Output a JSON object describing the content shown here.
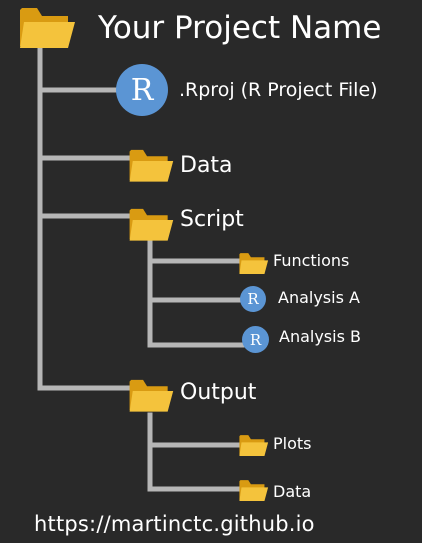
{
  "colors": {
    "background": "#292929",
    "connector": "#b6b6b6",
    "folder_body": "#f4c33c",
    "folder_back": "#d99b12",
    "r_badge": "#5b95d4",
    "text": "#ffffff"
  },
  "root": {
    "label": "Your Project Name",
    "icon": "folder-icon"
  },
  "rproj": {
    "badge": "R",
    "label": ".Rproj (R Project File)",
    "icon": "r-logo-icon"
  },
  "data_folder": {
    "label": "Data",
    "icon": "folder-icon"
  },
  "script_folder": {
    "label": "Script",
    "icon": "folder-icon",
    "children": [
      {
        "label": "Functions",
        "icon": "folder-icon"
      },
      {
        "label": "Analysis A",
        "badge": "R",
        "icon": "r-logo-icon"
      },
      {
        "label": "Analysis B",
        "badge": "R",
        "icon": "r-logo-icon"
      }
    ]
  },
  "output_folder": {
    "label": "Output",
    "icon": "folder-icon",
    "children": [
      {
        "label": "Plots",
        "icon": "folder-icon"
      },
      {
        "label": "Data",
        "icon": "folder-icon"
      }
    ]
  },
  "footer": {
    "url": "https://martinctc.github.io"
  }
}
